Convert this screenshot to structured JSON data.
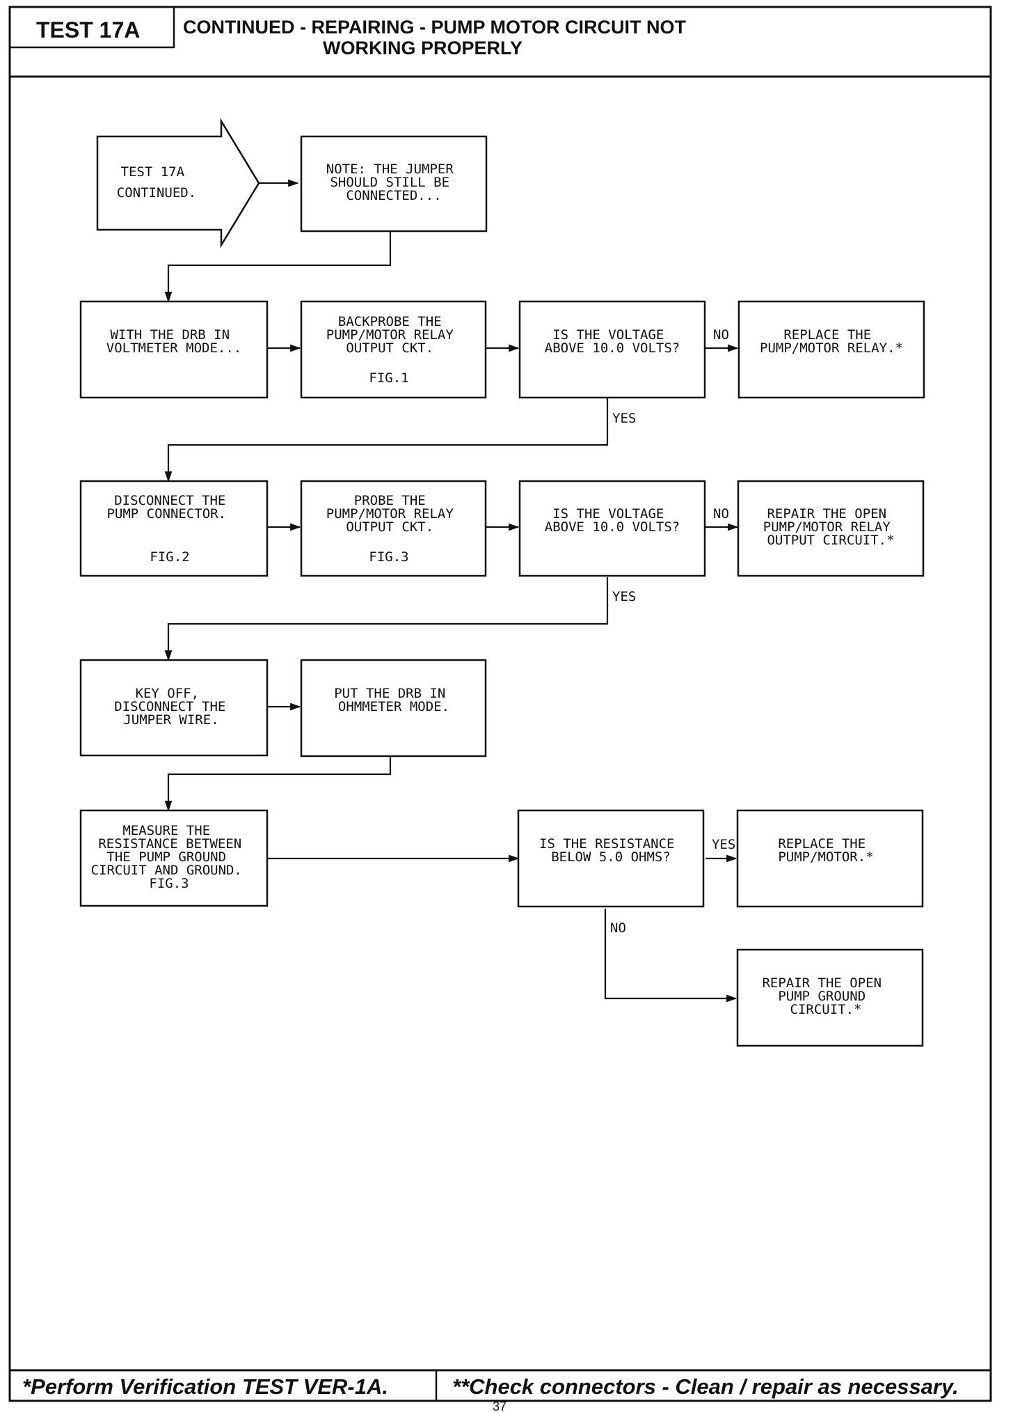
{
  "header": {
    "test_id": "TEST 17A",
    "title_line1": "CONTINUED -  REPAIRING - PUMP MOTOR CIRCUIT NOT",
    "title_line2": "WORKING PROPERLY"
  },
  "steps": {
    "start": [
      "TEST 17A",
      "CONTINUED."
    ],
    "note": [
      "NOTE: THE JUMPER",
      "SHOULD STILL BE",
      "CONNECTED..."
    ],
    "drb_voltmeter": [
      "WITH THE DRB IN",
      "VOLTMETER MODE..."
    ],
    "backprobe": [
      "BACKPROBE THE",
      "PUMP/MOTOR RELAY",
      "OUTPUT CKT.",
      "",
      "FIG.1"
    ],
    "voltage_check_1": [
      "IS THE VOLTAGE",
      "ABOVE 10.0 VOLTS?"
    ],
    "replace_relay": [
      "REPLACE THE",
      "PUMP/MOTOR RELAY.*"
    ],
    "disconnect_pump": [
      "DISCONNECT THE",
      "PUMP CONNECTOR.",
      "",
      "",
      "FIG.2"
    ],
    "probe_relay": [
      "PROBE THE",
      "PUMP/MOTOR RELAY",
      "OUTPUT CKT.",
      "",
      "FIG.3"
    ],
    "voltage_check_2": [
      "IS THE VOLTAGE",
      "ABOVE 10.0 VOLTS?"
    ],
    "repair_relay_output": [
      "REPAIR THE OPEN",
      "PUMP/MOTOR RELAY",
      "OUTPUT CIRCUIT.*"
    ],
    "key_off": [
      "KEY OFF,",
      "DISCONNECT THE",
      "JUMPER WIRE."
    ],
    "drb_ohmmeter": [
      "PUT THE DRB IN",
      "OHMMETER MODE."
    ],
    "measure_resistance": [
      "MEASURE THE",
      "RESISTANCE BETWEEN",
      "THE PUMP GROUND",
      "CIRCUIT AND GROUND.",
      "FIG.3"
    ],
    "resistance_check": [
      "IS THE RESISTANCE",
      "BELOW 5.0 OHMS?"
    ],
    "replace_pump": [
      "REPLACE THE",
      "PUMP/MOTOR.*"
    ],
    "repair_ground": [
      "REPAIR THE OPEN",
      "PUMP GROUND",
      "CIRCUIT.*"
    ]
  },
  "labels": {
    "no_1": "NO",
    "yes_1": "YES",
    "no_2": "NO",
    "yes_2": "YES",
    "yes_3": "YES",
    "no_3": "NO"
  },
  "footer": {
    "left": "*Perform Verification TEST VER-1A.",
    "right": "**Check connectors - Clean / repair as necessary.",
    "page_number": "37"
  }
}
